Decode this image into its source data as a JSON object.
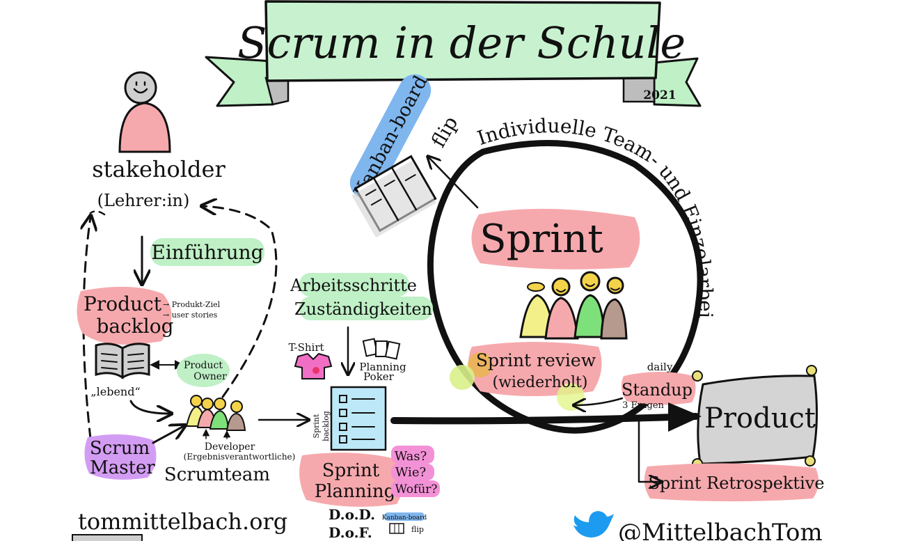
{
  "title": "Scrum in der Schule",
  "year": "2021",
  "stakeholder": {
    "label": "stakeholder",
    "sublabel": "(Lehrer:in)"
  },
  "einfuehrung": "Einführung",
  "product_backlog": {
    "line1": "Product",
    "line2": "backlog",
    "note1": "→ Produkt-Ziel",
    "note2": "→ user stories",
    "living": "„lebend“"
  },
  "product_owner": {
    "line1": "Product",
    "line2": "Owner"
  },
  "developer": {
    "line1": "Developer",
    "line2": "(Ergebnisverantwortliche)"
  },
  "scrumteam": "Scrumteam",
  "scrum_master": {
    "line1": "Scrum",
    "line2": "Master"
  },
  "kanban": {
    "label": "Kanban-board",
    "flip": "flip"
  },
  "arbeitsschritte": {
    "line1": "Arbeitsschritte",
    "line2": "Zuständigkeiten"
  },
  "tshirt": "T-Shirt",
  "planning_poker": {
    "line1": "Planning",
    "line2": "Poker"
  },
  "sprint_backlog": {
    "line1": "Sprint",
    "line2": "backlog"
  },
  "sprint_planning": {
    "line1": "Sprint",
    "line2": "Planning"
  },
  "questions": [
    "Was?",
    "Wie?",
    "Wofür?"
  ],
  "dod": "D.o.D.",
  "dof": "D.o.F.",
  "small_kanban": "Kanban-board",
  "small_flip": "flip",
  "circle_text": "Individuelle Team- und Einzelarbeit",
  "sprint": "Sprint",
  "sprint_review": {
    "line1": "Sprint review",
    "line2": "(wiederholt)"
  },
  "daily_standup": {
    "line1": "daily",
    "line2": "Standup",
    "line3": "3 Fragen"
  },
  "product": "Product",
  "sprint_retrospektive": "Sprint Retrospektive",
  "website": "tommittelbach.org",
  "twitter_handle": "@MittelbachTom",
  "colors": {
    "green": "#bff0c6",
    "pink": "#f6a9ad",
    "purple": "#d39cf3",
    "blue": "#7fb6ee",
    "grey": "#d4d4d4",
    "twitter": "#1d9bf0"
  }
}
